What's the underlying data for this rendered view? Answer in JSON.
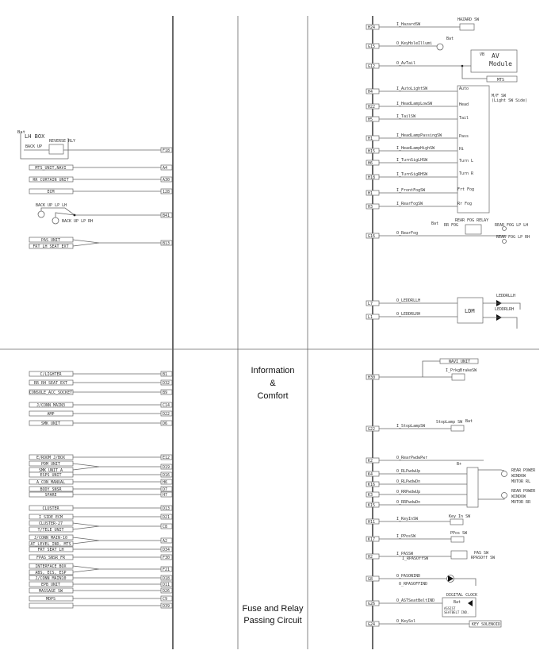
{
  "center": {
    "title_top_1": "Information",
    "title_top_2": "&",
    "title_top_3": "Comfort",
    "title_bottom_1": "Fuse and Relay",
    "title_bottom_2": "Passing Circuit"
  },
  "left_top": {
    "bat": "Bat",
    "lh_box": "LH BOX",
    "reverse_rly": "REVERSE RLY",
    "backup_fuse": "BACK UP",
    "backup_lp_lh": "BACK UP LP LH",
    "backup_lp_rh": "BACK UP LP RH",
    "rows": [
      {
        "connector": "F18",
        "labels": []
      },
      {
        "connector": "A4",
        "labels": [
          "MTS_UNIT,NAVI"
        ]
      },
      {
        "connector": "A30",
        "labels": [
          "RR CURTAIN UNIT"
        ]
      },
      {
        "connector": "128",
        "labels": [
          "ECM"
        ]
      },
      {
        "connector": "B41",
        "labels": []
      },
      {
        "connector": "B13",
        "labels": [
          "PAS UNIT",
          "FRT LH SEAT EXT"
        ]
      }
    ]
  },
  "left_bottom": {
    "rows": [
      {
        "connector": "B1",
        "labels": [
          "C/LIGHTER"
        ]
      },
      {
        "connector": "D32",
        "labels": [
          "RR RH SEAT EXT"
        ]
      },
      {
        "connector": "B9",
        "labels": [
          "CONSOLE_ACC_SOCKET"
        ]
      },
      {
        "connector": "C14",
        "labels": [
          "J/CONN MAIN3"
        ]
      },
      {
        "connector": "D22",
        "labels": [
          "AMP"
        ]
      },
      {
        "connector": "D6",
        "labels": [
          "SMK UNIT"
        ]
      },
      {
        "connector": "E12",
        "labels": [
          "E/ROOM J/BOX"
        ]
      },
      {
        "connector": "D19",
        "labels": [
          "PDM UNIT",
          "SMK UNIT A"
        ]
      },
      {
        "connector": "D16",
        "labels": [
          "ESPS UNIT"
        ]
      },
      {
        "connector": "H6",
        "labels": [
          "A_CON_MANUAL"
        ]
      },
      {
        "connector": "D7",
        "labels": [
          "BODY SNSR"
        ]
      },
      {
        "connector": "H7",
        "labels": [
          "SPARE"
        ]
      },
      {
        "connector": "D13",
        "labels": [
          "CLUSTER"
        ]
      },
      {
        "connector": "D21",
        "labels": [
          "I_SIDE_ECM"
        ]
      },
      {
        "connector": "C8",
        "labels": [
          "CLUSTER-27",
          "T/TELE UNIT"
        ]
      },
      {
        "connector": "A2",
        "labels": [
          "J/CONN MAIN-10",
          "AT_LEVEL_IND, MTS"
        ]
      },
      {
        "connector": "D34",
        "labels": [
          "FRT SEAT LH"
        ]
      },
      {
        "connector": "F30",
        "labels": [
          "FPAS_SNSR_FR"
        ]
      },
      {
        "connector": "F21",
        "labels": [
          "INTERFACE BOX",
          "ABS, ECS, ESP"
        ]
      },
      {
        "connector": "D18",
        "labels": [
          "J/CONN MAIN10"
        ]
      },
      {
        "connector": "D11",
        "labels": [
          "EPB UNIT"
        ]
      },
      {
        "connector": "D26",
        "labels": [
          "MASSAGE SW"
        ]
      },
      {
        "connector": "C9",
        "labels": [
          "MDPS"
        ]
      },
      {
        "connector": "D39",
        "labels": [
          ""
        ]
      }
    ]
  },
  "right": {
    "rows": [
      {
        "connector": "H24",
        "signal": "I_HazardSW"
      },
      {
        "connector": "G15",
        "signal": "O_KeyHoleIllumi"
      },
      {
        "connector": "G12",
        "signal": "O_AvTail"
      },
      {
        "connector": "H4",
        "signal": "I_AutoLightSW"
      },
      {
        "connector": "H22",
        "signal": "I_HeadLampLowSW"
      },
      {
        "connector": "H5",
        "signal": "I_TailSW"
      },
      {
        "connector": "H1",
        "signal": "I_HeadLampPassingSW"
      },
      {
        "connector": "H15",
        "signal": "I_HeadLampHighSW"
      },
      {
        "connector": "H6",
        "signal": "I_TurnSigLHSW"
      },
      {
        "connector": "H18",
        "signal": "I_TurnSigRHSW"
      },
      {
        "connector": "H1",
        "signal": "I_FrontFogSW"
      },
      {
        "connector": "H3",
        "signal": "I_RearFogSW"
      },
      {
        "connector": "G16",
        "signal": "O_RearFog"
      },
      {
        "connector": "L7",
        "signal": "O_LEDDRLLH"
      },
      {
        "connector": "L1",
        "signal": "O_LEDDRLRH"
      },
      {
        "connector": "H30",
        "signal": ""
      },
      {
        "connector": "G22",
        "signal": "I_StopLampSW"
      },
      {
        "connector": "K2",
        "signal": "O_RearPwdwPwr"
      },
      {
        "connector": "K4",
        "signal": "O_RLPwdwUp"
      },
      {
        "connector": "K16",
        "signal": "O_RLPwdwDn"
      },
      {
        "connector": "K3",
        "signal": "O_RRPwdwUp"
      },
      {
        "connector": "K15",
        "signal": "O_RRPwdwDn"
      },
      {
        "connector": "H11",
        "signal": "I_KeyInSW"
      },
      {
        "connector": "K17",
        "signal": "I_PPosSW"
      },
      {
        "connector": "H2",
        "signal": "I_PASSW"
      },
      {
        "connector": "G8",
        "signal": "O_PASONIND"
      },
      {
        "connector": "G26",
        "signal": "O_ASTSeatBeltIND"
      },
      {
        "connector": "G24",
        "signal": "O_KeySol"
      }
    ],
    "extra_signals": {
      "rpas_off": "I_RPASOffSW",
      "rpas_off_ind": "O_RPASOFFIND",
      "parking_brake": "I_PrkgBrakeSW"
    },
    "components": {
      "hazard_sw": "HAZARD SW",
      "bat": "Bat",
      "av_vb": "VB",
      "av_module_1": "AV",
      "av_module_2": "Module",
      "mts": "MTS",
      "mf_sw": "M/F SW",
      "mf_sw_side": "(Light SW Side)",
      "sw_auto": "Auto",
      "sw_head": "Head",
      "sw_tail": "Tail",
      "sw_pass": "Pass",
      "sw_hi": "Hi",
      "sw_turn_l": "Turn L",
      "sw_turn_r": "Turn R",
      "sw_frt_fog": "Frt Fog",
      "sw_rr_fog": "Rr Fog",
      "rear_fog_relay": "REAR FOG RELAY",
      "rr_fog": "RR FOG",
      "rear_fog_lp_lh": "REAR FOG LP LH",
      "rear_fog_lp_rh": "REAR FOG LP RH",
      "ldm": "LDM",
      "led_drl_lh": "LEDDRLLH",
      "led_drl_rh": "LEDDRLRH",
      "navi_unit": "NAVI UNIT",
      "stop_lamp_sw": "StopLamp SW",
      "b_plus": "B+",
      "rr_pw_motor_rl_1": "REAR POWER",
      "rr_pw_motor_rl_2": "WINDOW",
      "rr_pw_motor_rl_3": "MOTOR RL",
      "rr_pw_motor_rr_1": "REAR POWER",
      "rr_pw_motor_rr_2": "WINDOW",
      "rr_pw_motor_rr_3": "MOTOR RR",
      "key_in_sw": "Key In SW",
      "ppos_sw": "PPos SW",
      "pas_sw": "PAS SW",
      "rpas_off_sw": "RPASOff SW",
      "digital_clock": "DIGITAL CLOCK",
      "asst_seatbelt_1": "ASSIST",
      "asst_seatbelt_2": "SEATBELT IND.",
      "key_solenoid": "KEY SOLENOID",
      "motor": "M"
    }
  }
}
